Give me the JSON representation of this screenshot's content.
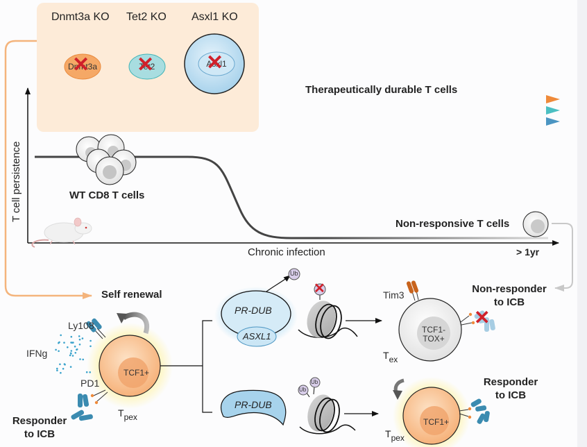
{
  "ko_panel": {
    "labels": [
      "Dnmt3a KO",
      "Tet2 KO",
      "Asxl1 KO"
    ],
    "nuclei": [
      "Dnmt3a",
      "Tet2",
      "Asxl1"
    ]
  },
  "plot": {
    "ylabel": "T cell persistence",
    "xlabel": "Chronic infection",
    "x_end_label": "> 1yr",
    "durable_label": "Therapeutically durable T cells",
    "wt_label": "WT CD8 T cells",
    "nonresp_label": "Non-responsive T cells"
  },
  "bottom": {
    "self_renewal": "Self renewal",
    "ly108": "Ly108",
    "ifng": "IFNg",
    "pd1": "PD1",
    "tcf1_plus": "TCF1+",
    "tpex_main": "T",
    "tpex_sub": "pex",
    "responder_left_line1": "Responder",
    "responder_left_line2": "to ICB",
    "prdub_top": "PR-DUB",
    "asxl1": "ASXL1",
    "ub": "Ub",
    "prdub_bottom": "PR-DUB",
    "tim3": "Tim3",
    "tex_nucleus_line1": "TCF1-",
    "tex_nucleus_line2": "TOX+",
    "tex_main": "T",
    "tex_sub": "ex",
    "nonresponder_line1": "Non-responder",
    "nonresponder_line2": "to ICB",
    "tcf1_plus_right": "TCF1+",
    "tpex2_main": "T",
    "tpex2_sub": "pex",
    "responder_right_line1": "Responder",
    "responder_right_line2": "to ICB"
  },
  "colors": {
    "ko_panel_bg": "#fdebd8",
    "orange": "#ef8a3a",
    "teal": "#4bbfc2",
    "blue": "#4b95c2",
    "red_x": "#d0202a",
    "tpex_cell": "#f9c08c",
    "tex_cell": "#ececec"
  }
}
